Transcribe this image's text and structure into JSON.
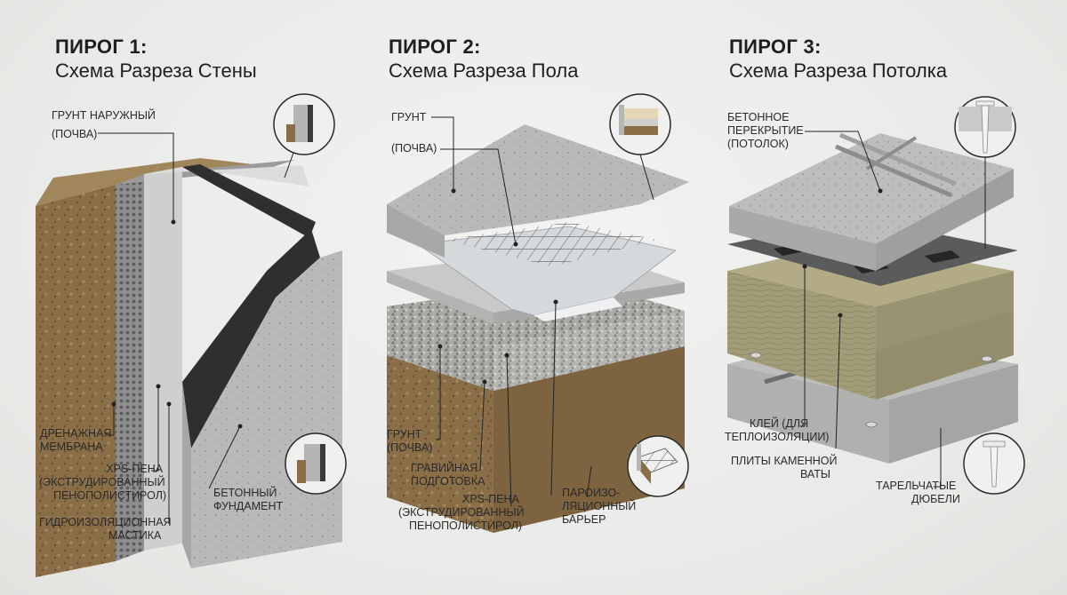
{
  "panels": [
    {
      "number": "ПИРОГ 1:",
      "subtitle": "Схема Разреза Стены",
      "labels": {
        "soil": [
          "ГРУНТ НАРУЖНЫЙ",
          "(ПОЧВА)"
        ],
        "drainage": [
          "ДРЕНАЖНАЯ",
          "МЕМБРАНА"
        ],
        "xps": [
          "XPS-ПЕНА",
          "(ЭКСТРУДИРОВАННЫЙ",
          "ПЕНОПОЛИСТИРОЛ)"
        ],
        "mastic": [
          "ГИДРОИЗОЛЯЦИОННАЯ",
          "МАСТИКА"
        ],
        "foundation": [
          "БЕТОННЫЙ",
          "ФУНДАМЕНТ"
        ]
      }
    },
    {
      "number": "ПИРОГ 2:",
      "subtitle": "Схема Разреза Пола",
      "labels": {
        "soil_top": [
          "ГРУНТ"
        ],
        "soil_top2": [
          "(ПОЧВА)"
        ],
        "soil_bottom": [
          "ГРУНТ",
          "(ПОЧВА)"
        ],
        "gravel": [
          "ГРАВИЙНАЯ",
          "ПОДГОТОВКА"
        ],
        "xps": [
          "XPS-ПЕНА",
          "(ЭКСТРУДИРОВАННЫЙ",
          "ПЕНОПОЛИСТИРОЛ)"
        ],
        "vapor": [
          "ПАРОИЗО-",
          "ЛЯЦИОННЫЙ",
          "БАРЬЕР"
        ]
      }
    },
    {
      "number": "ПИРОГ 3:",
      "subtitle": "Схема Разреза Потолка",
      "labels": {
        "slab": [
          "БЕТОННОЕ",
          "ПЕРЕКРЫТИЕ",
          "(ПОТОЛОК)"
        ],
        "glue": [
          "КЛЕЙ (ДЛЯ",
          "ТЕПЛОИЗОЛЯЦИИ)"
        ],
        "wool": [
          "ПЛИТЫ КАМЕННОЙ",
          "ВАТЫ"
        ],
        "dowels": [
          "ТАРЕЛЬЧАТЫЕ",
          "ДЮБЕЛИ"
        ]
      }
    }
  ],
  "colors": {
    "concrete": "#b9b9b7",
    "soil": "#8a6e47",
    "membrane": "#8f8f8f",
    "mastic": "#2f2f2f",
    "wool": "#a39c78",
    "gravel": "#a9a9a6"
  },
  "icons": [
    "wall-corner-icon",
    "floor-corner-icon",
    "floor-mesh-icon",
    "dowel-icon"
  ]
}
